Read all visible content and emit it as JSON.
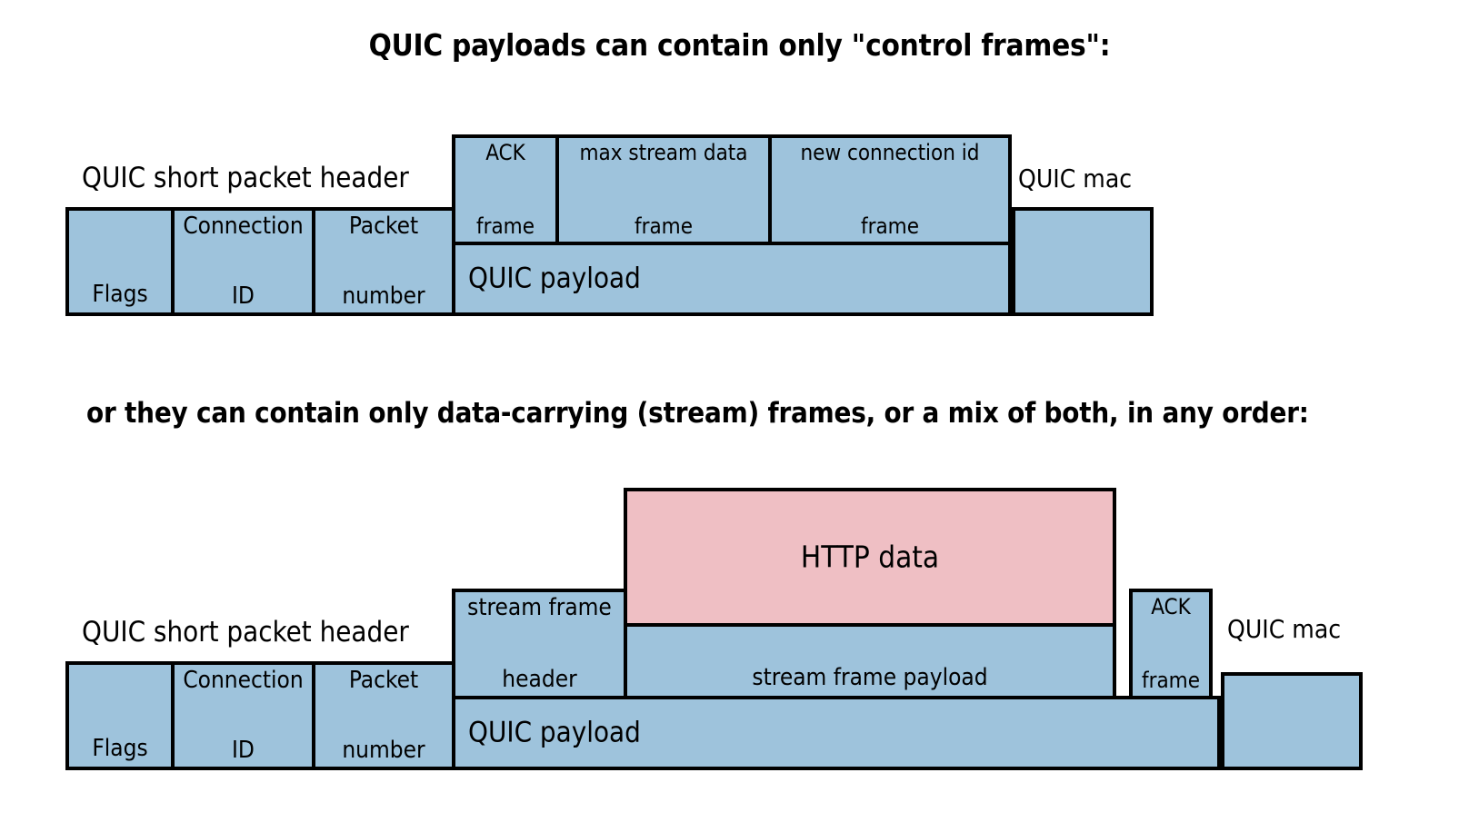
{
  "headings": {
    "title_1": "QUIC payloads can contain only \"control frames\":",
    "title_2": "or they can contain only data-carrying (stream) frames, or a mix of both, in any order:"
  },
  "colors": {
    "frame_blue": "#9EC3DC",
    "http_pink": "#EFBFC4",
    "border": "#000000",
    "background": "#FFFFFF"
  },
  "diagram_1": {
    "header_label": "QUIC short packet header",
    "mac_label": "QUIC mac",
    "header_fields": [
      {
        "line1": "Flags",
        "line2": ""
      },
      {
        "line1": "Connection",
        "line2": "ID"
      },
      {
        "line1": "Packet",
        "line2": "number"
      }
    ],
    "payload_label": "QUIC payload",
    "frames": [
      {
        "line1": "ACK",
        "line2": "frame"
      },
      {
        "line1": "max stream data",
        "line2": "frame"
      },
      {
        "line1": "new connection id",
        "line2": "frame"
      }
    ]
  },
  "diagram_2": {
    "header_label": "QUIC short packet header",
    "mac_label": "QUIC mac",
    "header_fields": [
      {
        "line1": "Flags",
        "line2": ""
      },
      {
        "line1": "Connection",
        "line2": "ID"
      },
      {
        "line1": "Packet",
        "line2": "number"
      }
    ],
    "payload_label": "QUIC payload",
    "http_data_label": "HTTP data",
    "stream_frame_header": {
      "line1": "stream frame",
      "line2": "header"
    },
    "stream_frame_payload_label": "stream frame payload",
    "ack_frame": {
      "line1": "ACK",
      "line2": "frame"
    }
  }
}
